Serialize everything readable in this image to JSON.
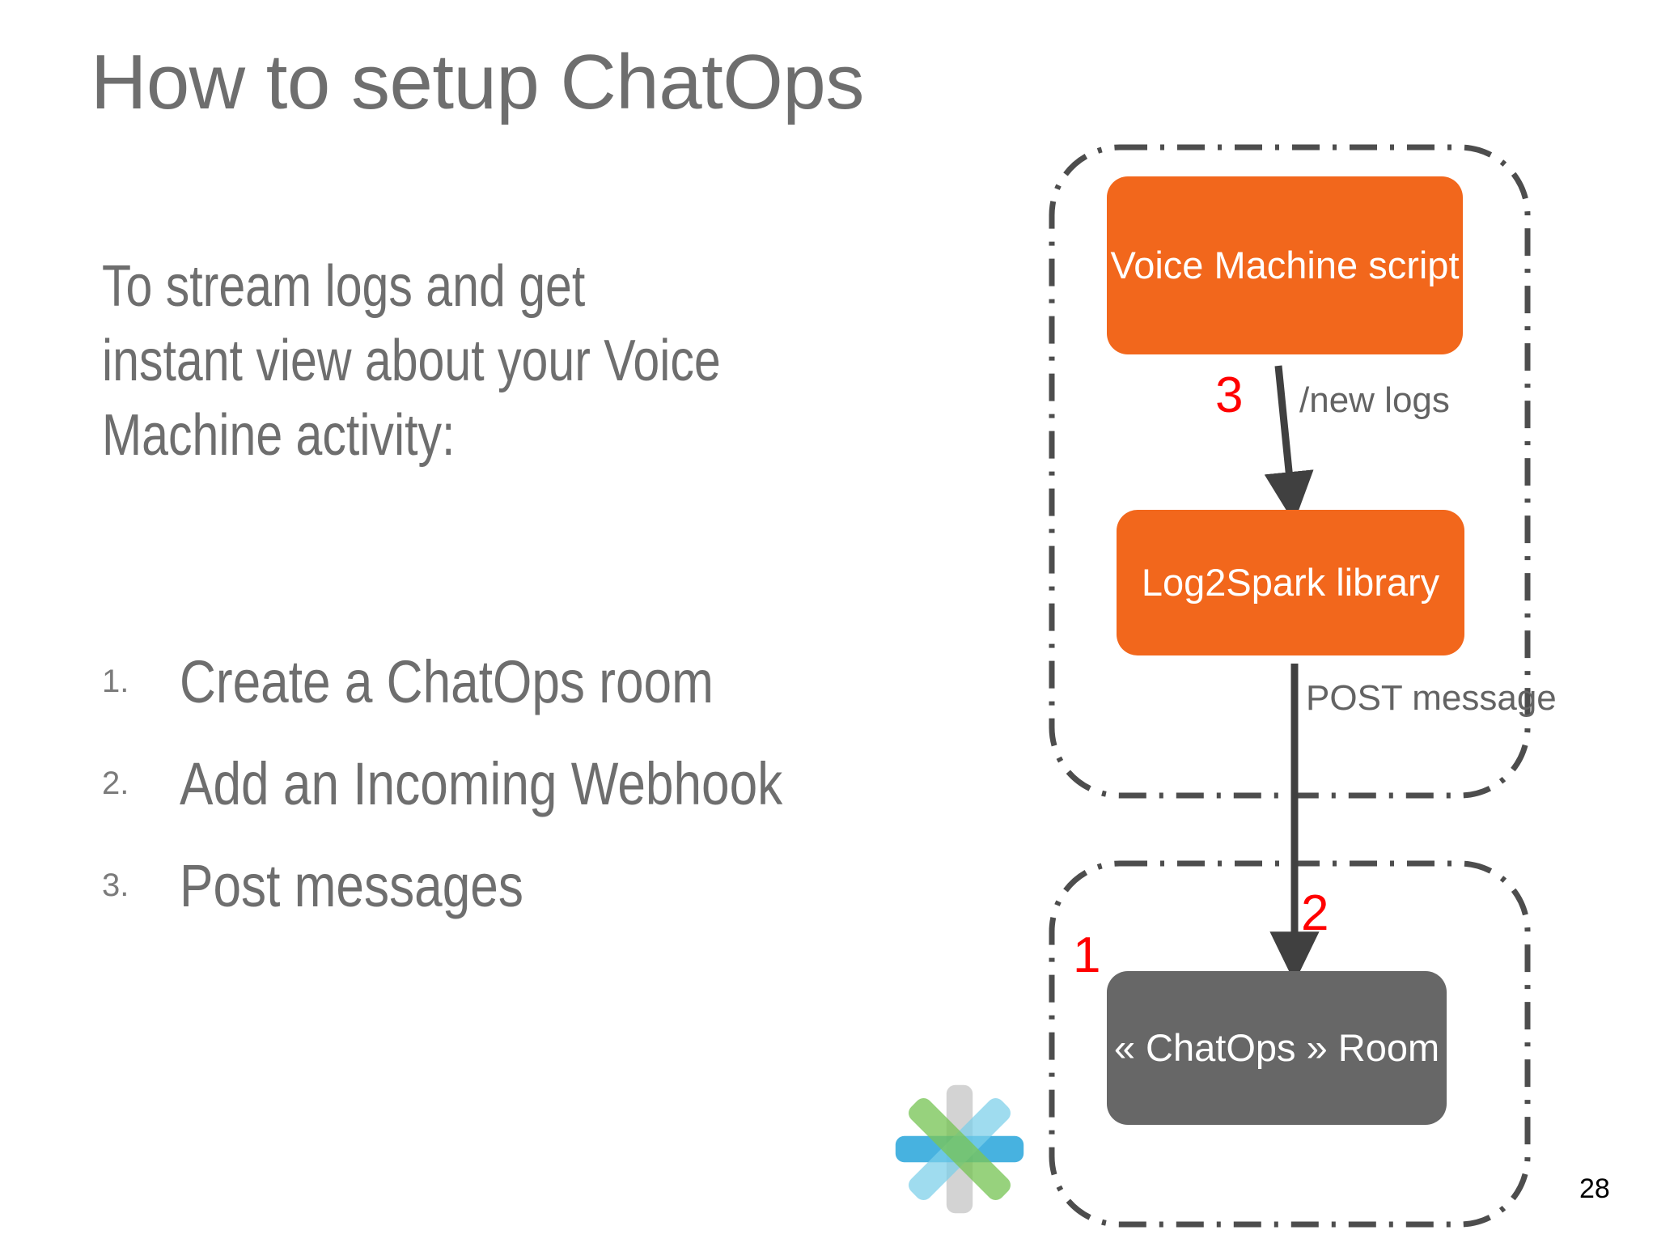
{
  "slide": {
    "title": "How to setup ChatOps",
    "intro": "To stream logs and get instant view about your Voice Machine activity:",
    "page_number": "28",
    "colors": {
      "text_gray": "#6e6e6e",
      "node_orange": "#f2671c",
      "node_gray": "#676767",
      "marker_red": "#ff0000",
      "zone_border": "#4d4d4d",
      "arrow": "#404040",
      "background": "#ffffff"
    }
  },
  "steps": [
    {
      "number": "1.",
      "text": "Create a ChatOps room"
    },
    {
      "number": "2.",
      "text": "Add an Incoming Webhook"
    },
    {
      "number": "3.",
      "text": "Post messages"
    }
  ],
  "diagram": {
    "nodes": [
      {
        "id": "voice-machine",
        "label": "Voice Machine script",
        "style": "orange"
      },
      {
        "id": "log2spark",
        "label": "Log2Spark library",
        "style": "orange"
      },
      {
        "id": "chatops-room",
        "label": "« ChatOps » Room",
        "style": "gray"
      }
    ],
    "edge_labels": [
      {
        "id": "new-logs",
        "text": "/new logs"
      },
      {
        "id": "post-message",
        "text": "POST message"
      }
    ],
    "markers": [
      {
        "id": "marker-3",
        "text": "3"
      },
      {
        "id": "marker-2",
        "text": "2"
      },
      {
        "id": "marker-1",
        "text": "1"
      }
    ],
    "logo": "cisco-spark-logo"
  }
}
